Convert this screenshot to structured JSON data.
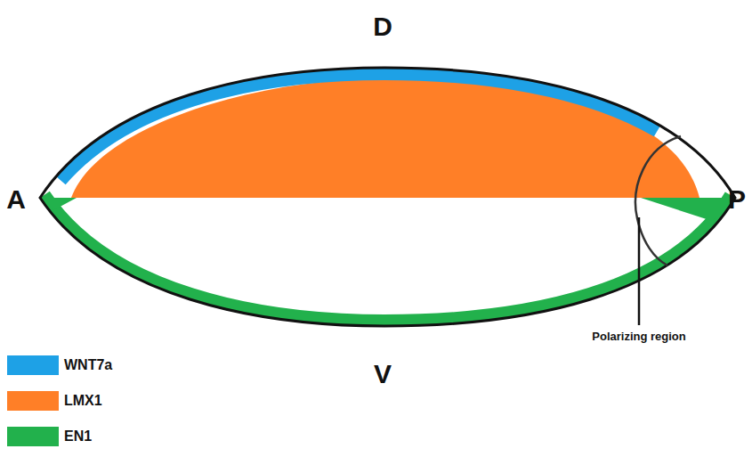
{
  "diagram": {
    "labels": [
      "D",
      "V",
      "A",
      "P",
      "Polarizing region"
    ],
    "legend": [
      {
        "text": "WNT7a",
        "color": "#1ea1e6"
      },
      {
        "text": "LMX1",
        "color": "#ff7f27"
      },
      {
        "text": "EN1",
        "color": "#22b14c"
      }
    ]
  }
}
